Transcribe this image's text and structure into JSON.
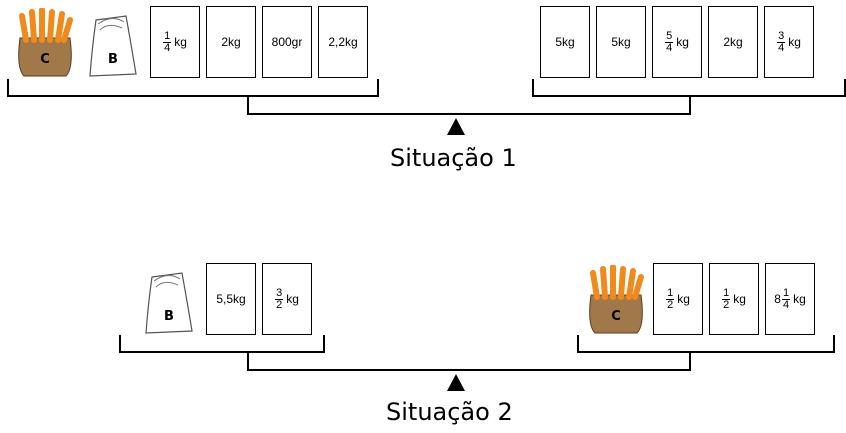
{
  "situation_1": {
    "label": "Situação 1",
    "left_pan": {
      "sack_c": "C",
      "sack_b": "B",
      "weights": [
        {
          "num": "1",
          "den": "4",
          "unit": "kg"
        },
        {
          "text": "2kg"
        },
        {
          "text": "800gr"
        },
        {
          "text": "2,2kg"
        }
      ]
    },
    "right_pan": {
      "weights": [
        {
          "text": "5kg"
        },
        {
          "text": "5kg"
        },
        {
          "num": "5",
          "den": "4",
          "unit": "kg"
        },
        {
          "text": "2kg"
        },
        {
          "num": "3",
          "den": "4",
          "unit": "kg"
        }
      ]
    }
  },
  "situation_2": {
    "label": "Situação 2",
    "left_pan": {
      "sack_b": "B",
      "weights": [
        {
          "text": "5,5kg"
        },
        {
          "num": "3",
          "den": "2",
          "unit": "kg"
        }
      ]
    },
    "right_pan": {
      "sack_c": "C",
      "weights": [
        {
          "num": "1",
          "den": "2",
          "unit": "kg"
        },
        {
          "num": "1",
          "den": "2",
          "unit": "kg"
        },
        {
          "int": "8",
          "num": "1",
          "den": "4",
          "unit": "kg"
        }
      ]
    }
  },
  "colors": {
    "carrot": "#f08a1c",
    "sack_c": "#a0784a",
    "sack_b": "#ffffff"
  }
}
